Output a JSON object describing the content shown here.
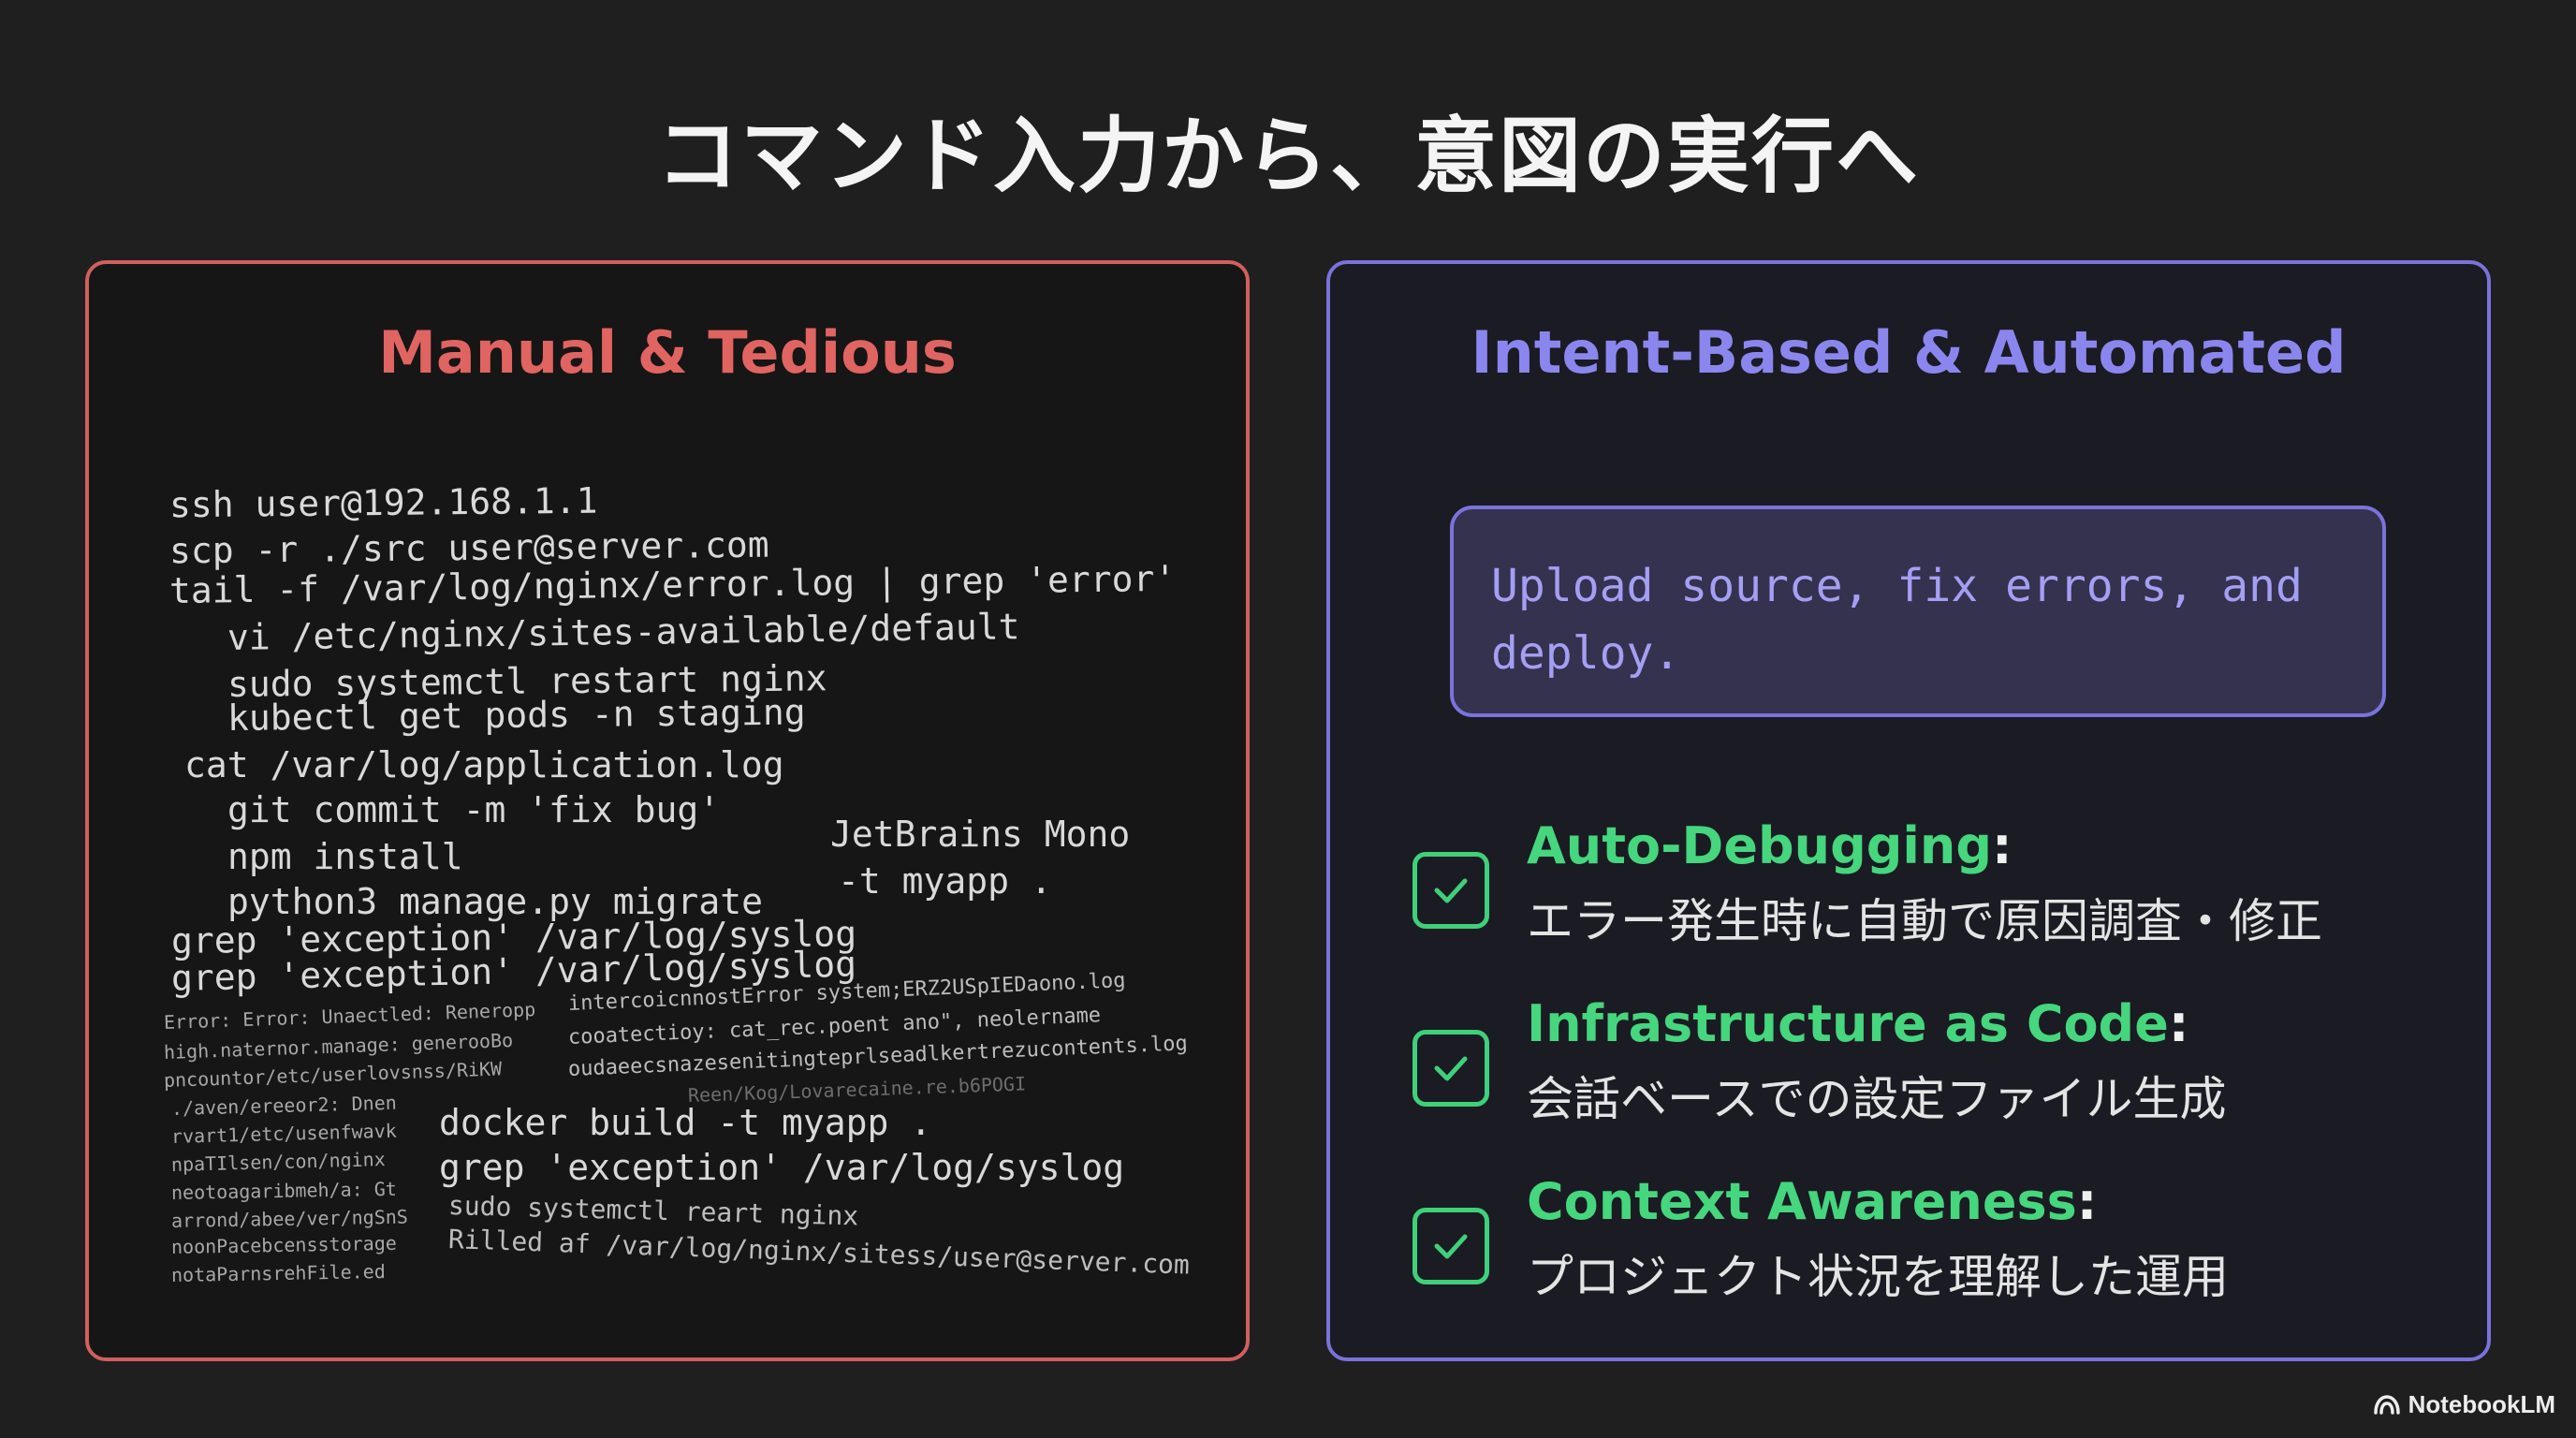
{
  "slide": {
    "title": "コマンド入力から、意図の実行へ"
  },
  "left_panel": {
    "heading": "Manual & Tedious",
    "commands": [
      "ssh user@192.168.1.1",
      "scp -r ./src user@server.com",
      "tail -f /var/log/nginx/error.log | grep 'error'",
      "vi /etc/nginx/sites-available/default",
      "sudo systemctl restart nginx",
      "kubectl get pods -n staging",
      "cat /var/log/application.log",
      "git commit -m 'fix bug'",
      "npm install",
      "python3 manage.py migrate",
      "JetBrains Mono",
      "-t myapp .",
      "grep 'exception' /var/log/syslog",
      "grep 'exception' /var/log/syslog",
      "docker build -t myapp .",
      "grep 'exception' /var/log/syslog",
      "sudo systemctl reart nginx",
      "Rilled af /var/log/nginx/sitess/user@server.com"
    ],
    "noise_lines": [
      "Error: Error: Unaectled: Reneropp",
      "high.naternor.manage: generooBo",
      "pncountor/etc/userlovsnss/RiKW",
      "./aven/ereeor2: Dnen",
      "rvart1/etc/usenfwavk",
      "npaTIlsen/con/nginx",
      "neotoagaribmeh/a: Gt",
      "arrond/abee/ver/ngSnS",
      "noonPacebcensstorage",
      "notaParnsrehFile.ed"
    ],
    "noise_right": [
      "intercoicnnostError system;ERZ2USpIEDaono.log",
      "cooatectioy: cat_rec.poent ano\", neolername",
      "oudaeecsnazesenitingteprlseadlkertrezucontents.log",
      "Reen/Kog/Lovarecaine.re.b6POGI"
    ]
  },
  "right_panel": {
    "heading": "Intent-Based & Automated",
    "prompt": "Upload source, fix errors, and deploy.",
    "features": [
      {
        "title": "Auto-Debugging",
        "colon": ":",
        "desc": "エラー発生時に自動で原因調査・修正"
      },
      {
        "title": "Infrastructure as Code",
        "colon": ":",
        "desc": "会話ベースでの設定ファイル生成"
      },
      {
        "title": "Context Awareness",
        "colon": ":",
        "desc": "プロジェクト状況を理解した運用"
      }
    ]
  },
  "brand": {
    "label": "NotebookLM",
    "icon": "notebooklm-logo-icon"
  },
  "colors": {
    "background": "#1f1f20",
    "manual_accent": "#d0605e",
    "intent_accent": "#7a73db",
    "check_green": "#3fd07a"
  }
}
